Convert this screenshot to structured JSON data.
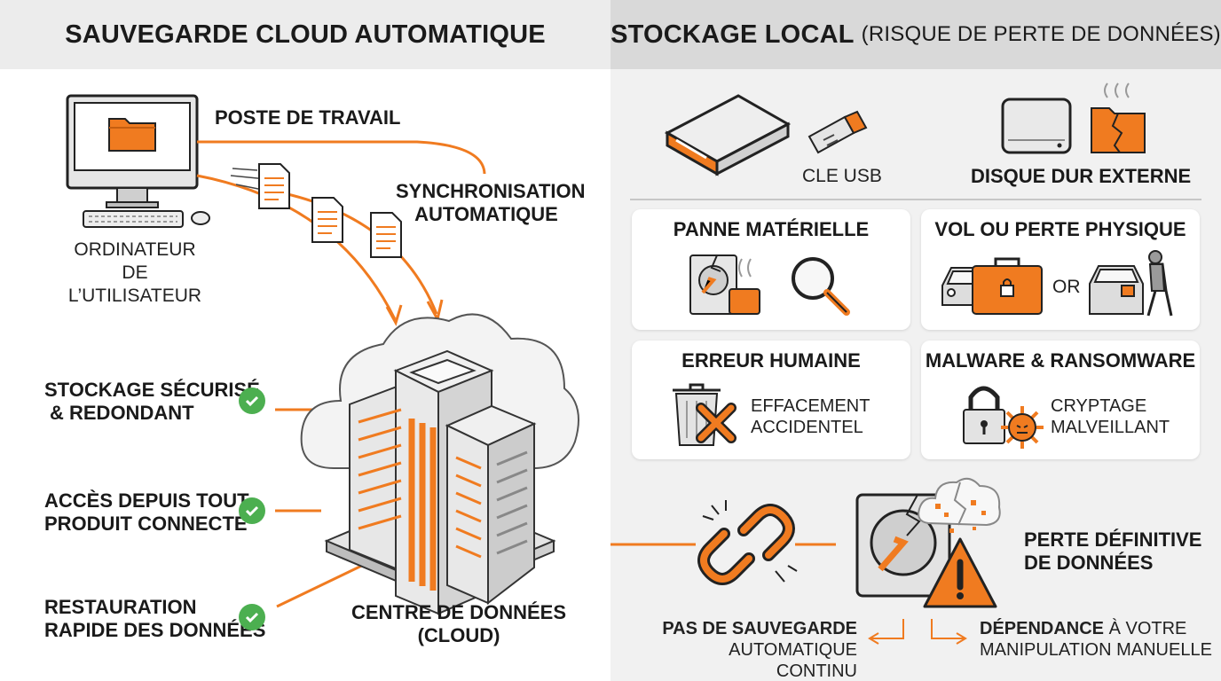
{
  "left": {
    "title": "SAUVEGARDE CLOUD AUTOMATIQUE",
    "workstation_label": "POSTE DE TRAVAIL",
    "computer_caption_line1": "ORDINATEUR DE",
    "computer_caption_line2": "L’UTILISATEUR",
    "sync_line1": "SYNCHRONISATION",
    "sync_line2": "AUTOMATIQUE",
    "datacenter_line1": "CENTRE DE DONNÉES",
    "datacenter_line2": "(CLOUD)",
    "benefits": [
      {
        "line1": "STOCKAGE SÉCURISÉ",
        "line2": "& REDONDANT"
      },
      {
        "line1": "ACCÈS DEPUIS TOUT",
        "line2": "PRODUIT CONNECTÉ"
      },
      {
        "line1": "RESTAURATION",
        "line2": "RAPIDE DES DONNÉES"
      }
    ]
  },
  "right": {
    "title": "STOCKAGE LOCAL",
    "subtitle": "(RISQUE DE PERTE DE DONNÉES)",
    "usb_label": "CLE USB",
    "hdd_label": "DISQUE DUR EXTERNE",
    "cards": {
      "hardware": {
        "title": "PANNE MATÉRIELLE"
      },
      "theft": {
        "title": "VOL OU PERTE PHYSIQUE",
        "or_text": "OR"
      },
      "human": {
        "title": "ERREUR HUMAINE",
        "line1": "EFFACEMENT",
        "line2": "ACCIDENTEL"
      },
      "malware": {
        "title": "MALWARE & RANSOMWARE",
        "line1": "CRYPTAGE",
        "line2": "MALVEILLANT"
      }
    },
    "loss_line1": "PERTE DÉFINITIVE",
    "loss_line2": "DE DONNÉES",
    "no_backup_line1": "PAS DE SAUVEGARDE",
    "no_backup_line2": "AUTOMATIQUE CONTINU",
    "dependency_bold": "DÉPENDANCE",
    "dependency_rest": " À VOTRE",
    "dependency_line2": "MANIPULATION MANUELLE"
  },
  "colors": {
    "accent": "#f07b20",
    "check": "#4caf50",
    "dark": "#1a1a1a",
    "gray": "#9a9a9a"
  },
  "icons": [
    "monitor-icon",
    "folder-icon",
    "keyboard-icon",
    "mouse-icon",
    "document-icon",
    "cloud-icon",
    "server-building-icon",
    "check-icon",
    "hard-drive-icon",
    "usb-drive-icon",
    "broken-folder-icon",
    "magnifier-icon",
    "car-icon",
    "briefcase-icon",
    "thief-icon",
    "trash-icon",
    "padlock-icon",
    "virus-icon",
    "broken-chain-icon",
    "warning-icon"
  ]
}
